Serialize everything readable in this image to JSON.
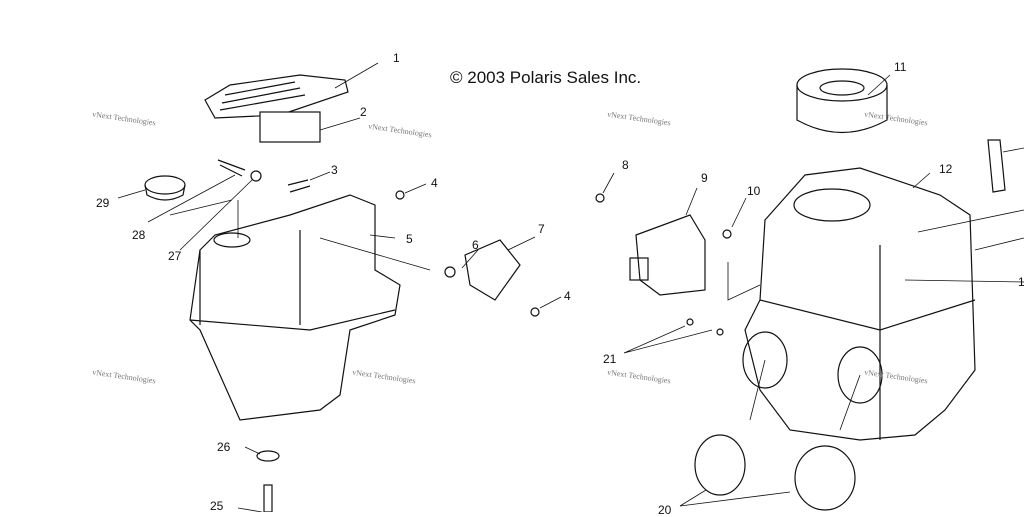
{
  "copyright": "© 2003 Polaris Sales Inc.",
  "watermark": "vNext Technologies",
  "callouts": [
    "1",
    "2",
    "3",
    "4",
    "5",
    "6",
    "7",
    "4",
    "8",
    "9",
    "10",
    "11",
    "12",
    "21",
    "25",
    "26",
    "27",
    "28",
    "29",
    "20",
    "1"
  ]
}
